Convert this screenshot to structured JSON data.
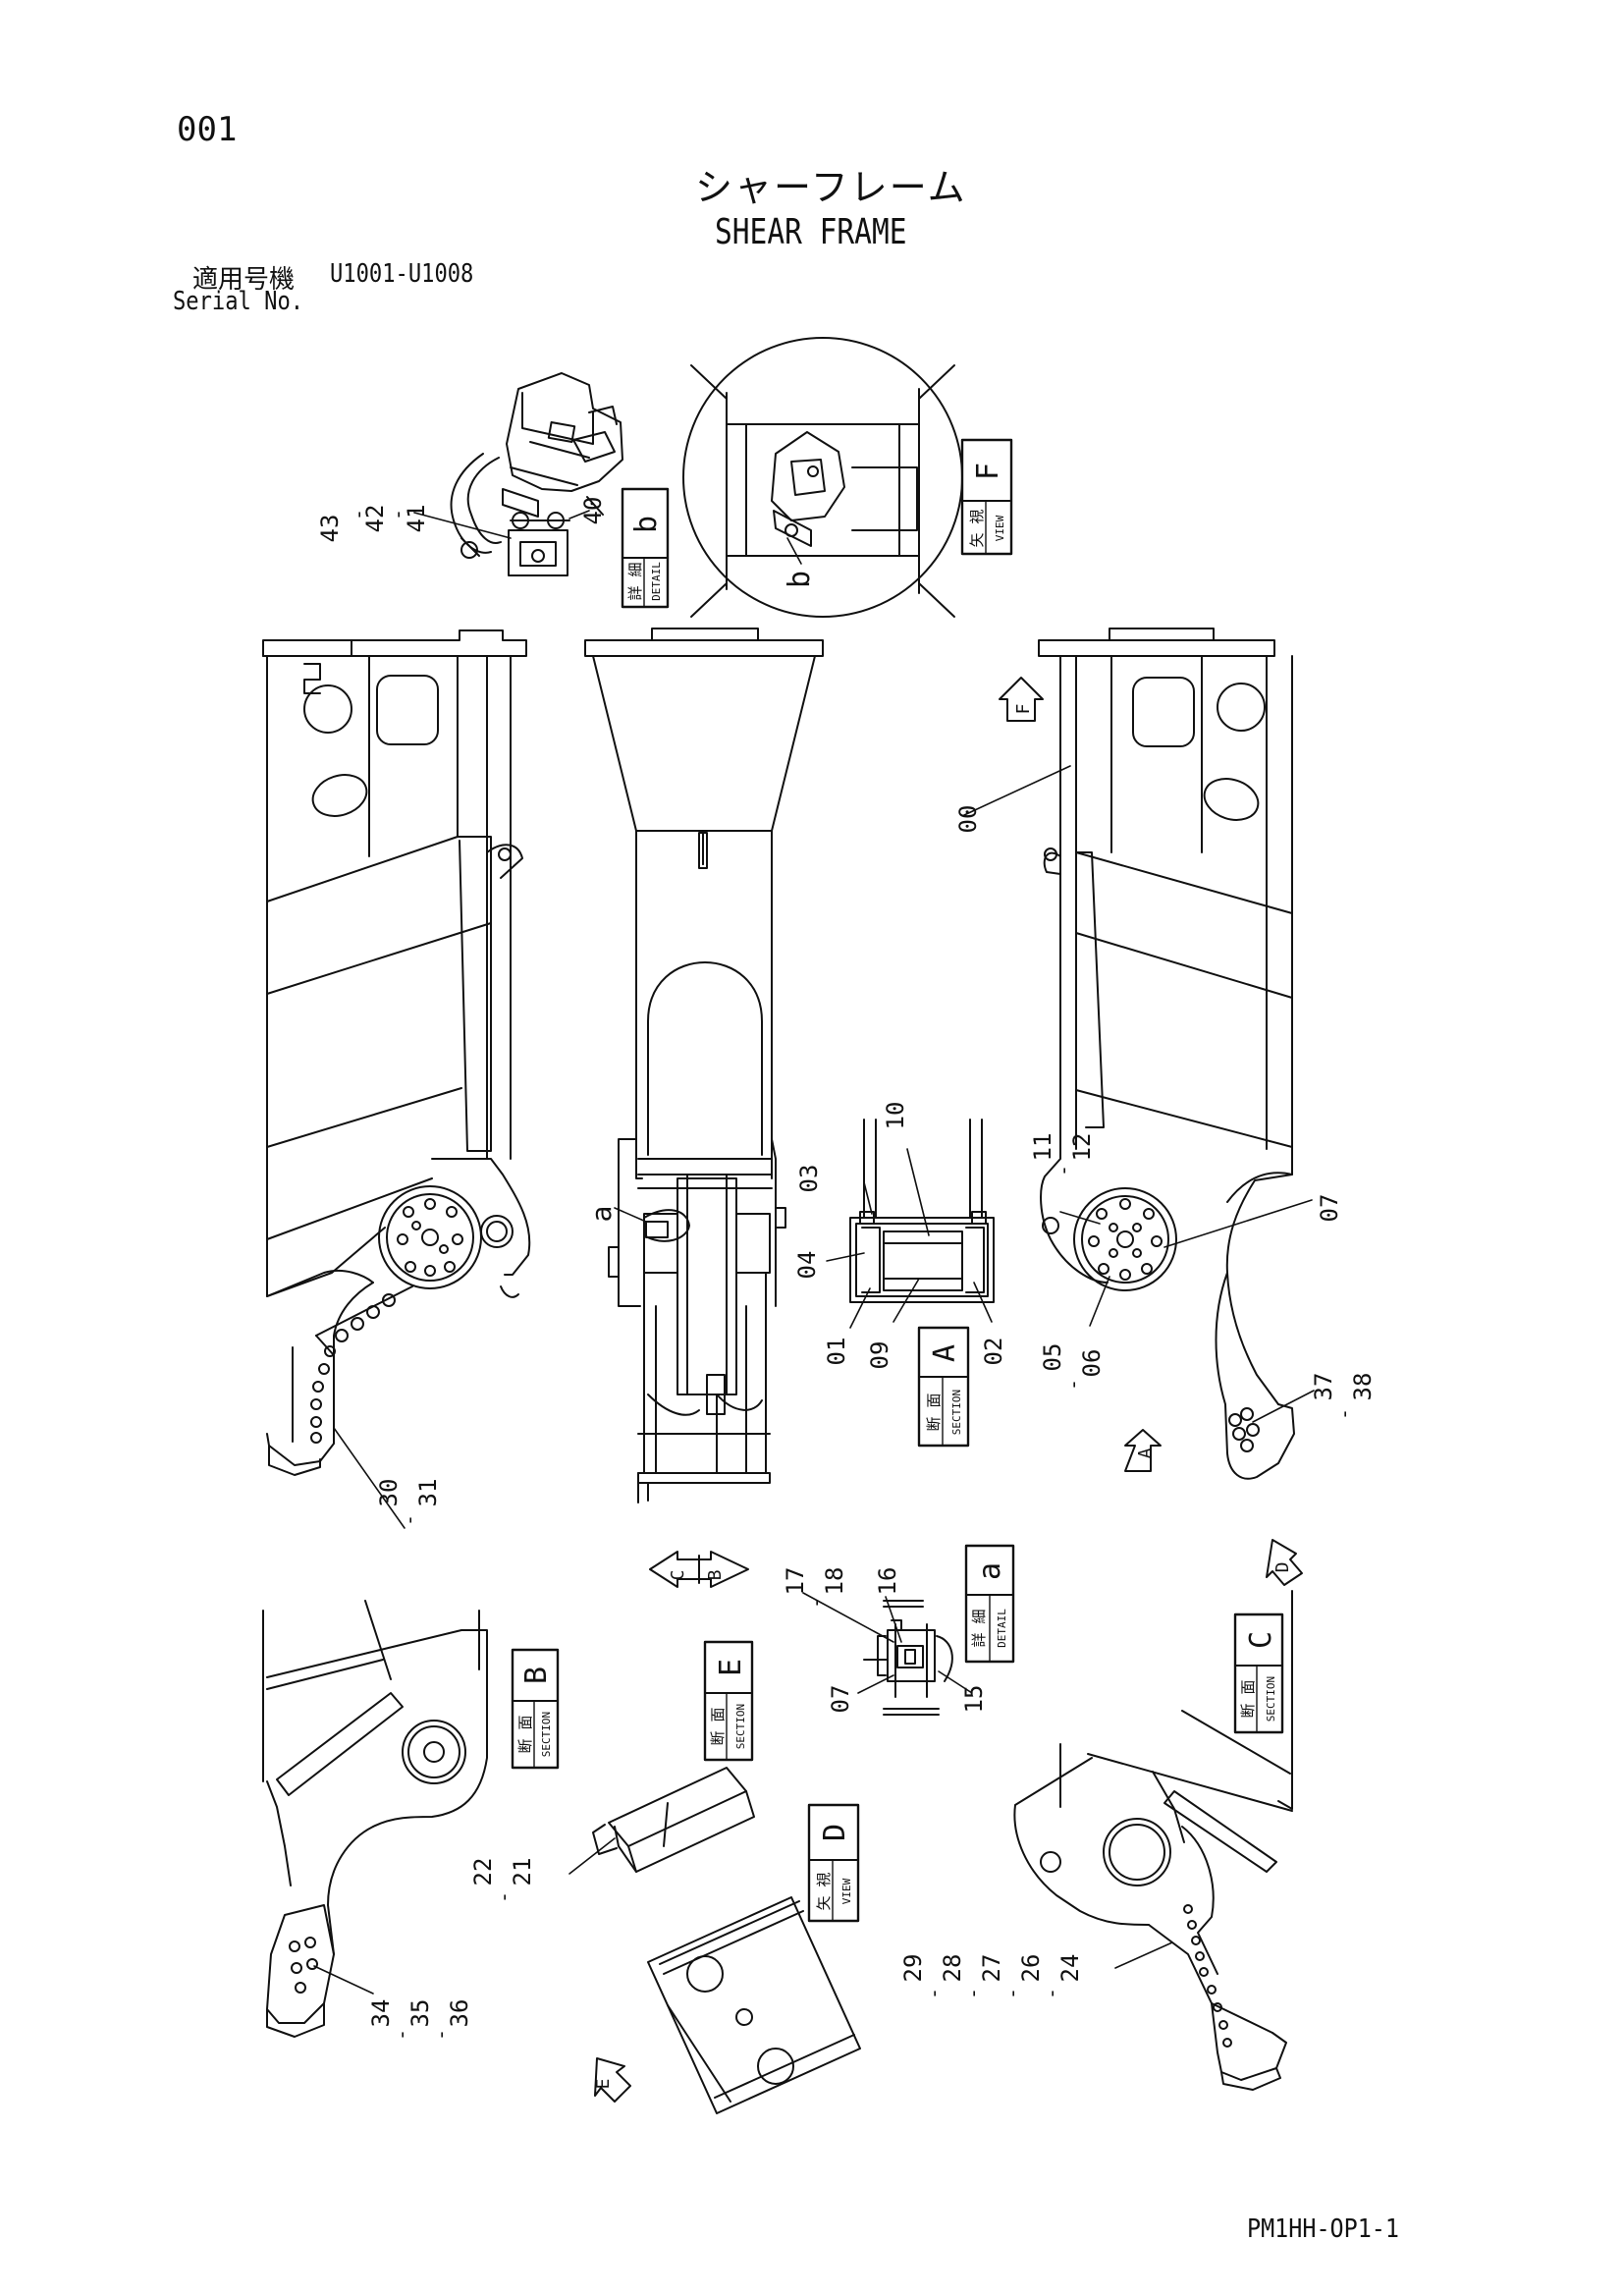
{
  "header": {
    "page_number": "001",
    "title_jp": "シャーフレーム",
    "title_en": "SHEAR FRAME",
    "serial_label_jp": "適用号機",
    "serial_range": "U1001-U1008",
    "serial_label_en": "Serial No."
  },
  "footer": {
    "drawing_code": "PM1HH-OP1-1"
  },
  "views": {
    "detail_b": {
      "jp": "詳 細",
      "en": "DETAIL",
      "letter": "b"
    },
    "view_f": {
      "jp": "矢 視",
      "en": "VIEW",
      "letter": "F"
    },
    "section_a": {
      "jp": "断 面",
      "en": "SECTION",
      "letter": "A"
    },
    "detail_a": {
      "jp": "詳 細",
      "en": "DETAIL",
      "letter": "a"
    },
    "section_b": {
      "jp": "断 面",
      "en": "SECTION",
      "letter": "B"
    },
    "section_e": {
      "jp": "断 面",
      "en": "SECTION",
      "letter": "E"
    },
    "section_c": {
      "jp": "断 面",
      "en": "SECTION",
      "letter": "C"
    },
    "view_d": {
      "jp": "矢 視",
      "en": "VIEW",
      "letter": "D"
    }
  },
  "arrow_letters": {
    "F": "F",
    "A": "A",
    "D": "D",
    "E": "E",
    "C": "C",
    "B": "B"
  },
  "callouts": {
    "c43": "43",
    "c42": "42",
    "c41": "41",
    "c40": "40",
    "b_mark": "b",
    "a_mark": "a",
    "c00": "00",
    "c10": "10",
    "c03": "03",
    "c04": "04",
    "c01": "01",
    "c09": "09",
    "c02": "02",
    "c11": "11",
    "c12": "12",
    "c07": "07",
    "c05": "05",
    "c06": "06",
    "c37": "37",
    "c38": "38",
    "c30": "30",
    "c31": "31",
    "c17": "17",
    "c18": "18",
    "c16": "16",
    "c07b": "07",
    "c15": "15",
    "c22": "22",
    "c21": "21",
    "c34": "34",
    "c35": "35",
    "c36": "36",
    "c29": "29",
    "c28": "28",
    "c27": "27",
    "c26": "26",
    "c24": "24"
  }
}
